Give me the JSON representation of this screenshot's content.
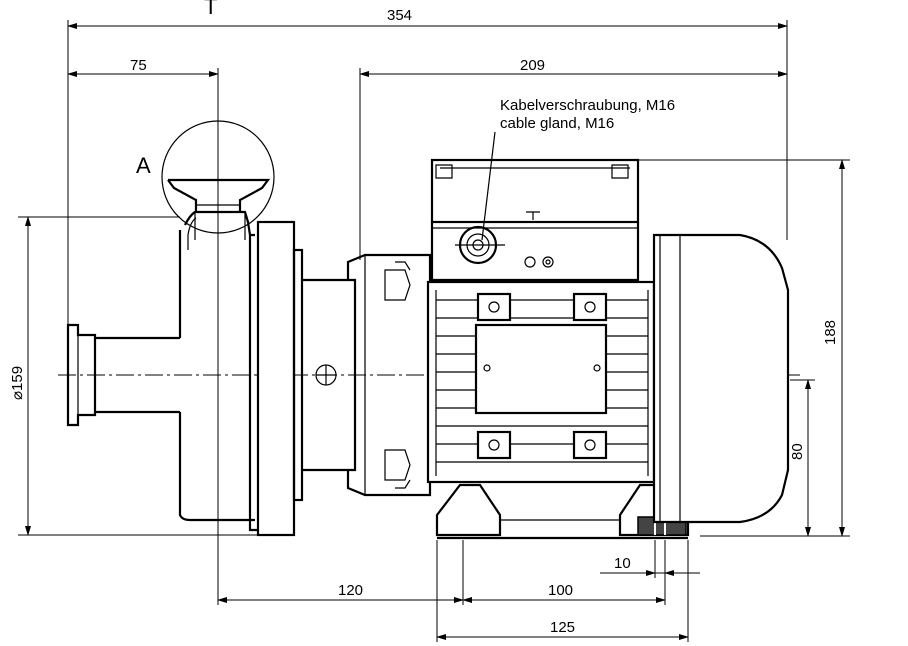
{
  "dimensions": {
    "overall_length": "354",
    "suction_offset": "75",
    "motor_length": "209",
    "height": "188",
    "shaft_height": "80",
    "flange_diameter": "⌀159",
    "suction_to_foot": "120",
    "foot_spacing": "100",
    "foot_width": "125",
    "hole_size": "10"
  },
  "labels": {
    "cable_gland_de": "Kabelverschraubung, M16",
    "cable_gland_en": "cable gland, M16",
    "detail_letter": "A",
    "top_mark": "T"
  }
}
